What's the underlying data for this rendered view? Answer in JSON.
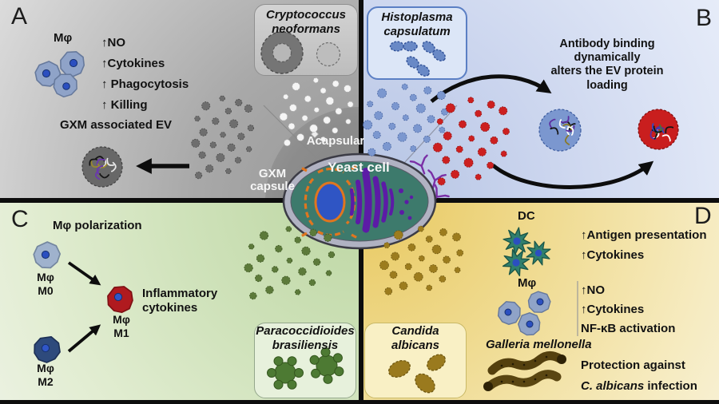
{
  "center": {
    "label": "Yeast cell"
  },
  "panels": {
    "a": {
      "letter": "A",
      "mphi_label": "Mφ",
      "effects": [
        "↑NO",
        "↑Cytokines",
        "↑ Phagocytosis",
        "↑ Killing"
      ],
      "ev_label": "GXM associated EV",
      "species_line1": "Cryptococcus",
      "species_line2": "neoformans",
      "acapsular_label": "Acapsular",
      "capsule_line1": "GXM",
      "capsule_line2": "capsule"
    },
    "b": {
      "letter": "B",
      "species_line1": "Histoplasma",
      "species_line2": "capsulatum",
      "annotation_lines": [
        "Antibody binding",
        "dynamically",
        "alters the EV protein",
        "loading"
      ]
    },
    "c": {
      "letter": "C",
      "title": "Mφ polarization",
      "m0_line1": "Mφ",
      "m0_line2": "M0",
      "m1_line1": "Mφ",
      "m1_line2": "M1",
      "m2_line1": "Mφ",
      "m2_line2": "M2",
      "annotation_line1": "Inflammatory",
      "annotation_line2": "cytokines",
      "species_line1": "Paracoccidioides",
      "species_line2": "brasiliensis"
    },
    "d": {
      "letter": "D",
      "dc_label": "DC",
      "dc_effect1": "↑Antigen presentation",
      "dc_effect2": "↑Cytokines",
      "mphi_label": "Mφ",
      "mphi_effect1": "↑NO",
      "mphi_effect2": "↑Cytokines",
      "mphi_effect3": "NF-κB activation",
      "galleria_label": "Galleria mellonella",
      "protection_line1": "Protection against",
      "protection_italic": "C. albicans",
      "protection_rest": " infection",
      "species_line1": "Candida",
      "species_line2": "albicans"
    }
  },
  "colors": {
    "ev_gray": "#6e6e6e",
    "ev_white": "#f5f5f5",
    "ev_blue": "#7b97cf",
    "ev_red": "#cc2020",
    "ev_green": "#5c7a3a",
    "ev_yellow": "#9c7c1e",
    "vesicle_blue": "#7b97cf",
    "vesicle_red": "#c91e1e",
    "vesicle_gxm": "#686868",
    "antibody_purple": "#7a2fa6",
    "yeast_cytoplasm": "#3d7a6c",
    "yeast_wall": "#b0b2c2"
  }
}
